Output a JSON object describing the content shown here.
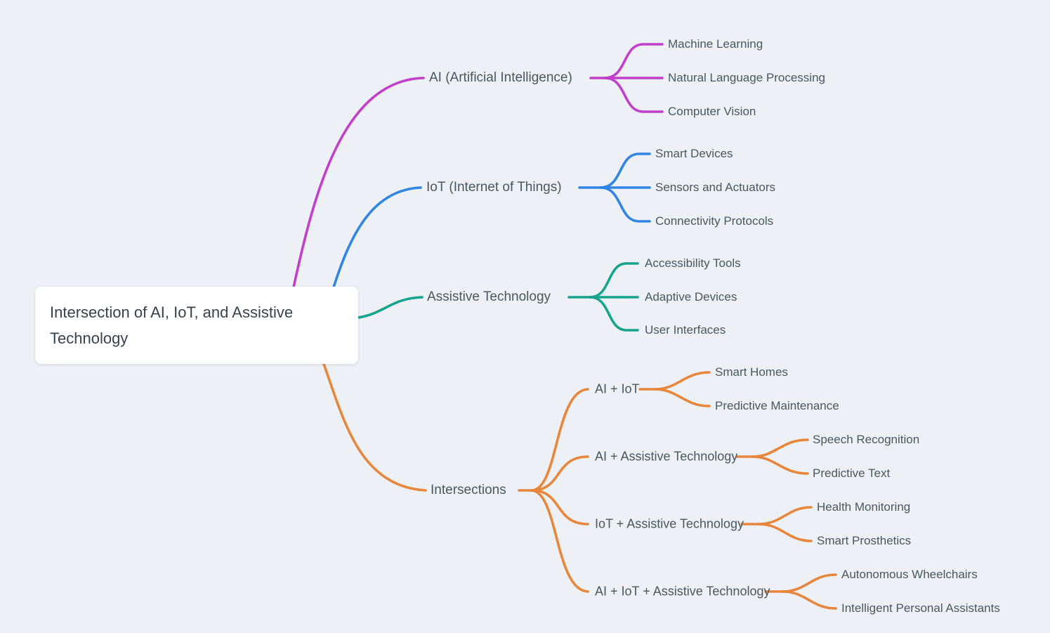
{
  "palette": {
    "background": "#edf1f6",
    "node_bg": "#ffffff",
    "root_text": "#36434e",
    "text": "#4a5761",
    "ai": "#c13fcb",
    "iot": "#3185e4",
    "at": "#17a48f",
    "int": "#e8863c"
  },
  "root": {
    "label": "Intersection of AI, IoT, and Assistive Technology"
  },
  "branches": [
    {
      "label": "AI (Artificial Intelligence)",
      "color": "#c13fcb",
      "children": [
        {
          "label": "Machine Learning"
        },
        {
          "label": "Natural Language Processing"
        },
        {
          "label": "Computer Vision"
        }
      ]
    },
    {
      "label": "IoT (Internet of Things)",
      "color": "#3185e4",
      "children": [
        {
          "label": "Smart Devices"
        },
        {
          "label": "Sensors and Actuators"
        },
        {
          "label": "Connectivity Protocols"
        }
      ]
    },
    {
      "label": "Assistive Technology",
      "color": "#17a48f",
      "children": [
        {
          "label": "Accessibility Tools"
        },
        {
          "label": "Adaptive Devices"
        },
        {
          "label": "User Interfaces"
        }
      ]
    },
    {
      "label": "Intersections",
      "color": "#e8863c",
      "children": [
        {
          "label": "AI + IoT",
          "children": [
            {
              "label": "Smart Homes"
            },
            {
              "label": "Predictive Maintenance"
            }
          ]
        },
        {
          "label": "AI + Assistive Technology",
          "children": [
            {
              "label": "Speech Recognition"
            },
            {
              "label": "Predictive Text"
            }
          ]
        },
        {
          "label": "IoT + Assistive Technology",
          "children": [
            {
              "label": "Health Monitoring"
            },
            {
              "label": "Smart Prosthetics"
            }
          ]
        },
        {
          "label": "AI + IoT + Assistive Technology",
          "children": [
            {
              "label": "Autonomous Wheelchairs"
            },
            {
              "label": "Intelligent Personal Assistants"
            }
          ]
        }
      ]
    }
  ]
}
